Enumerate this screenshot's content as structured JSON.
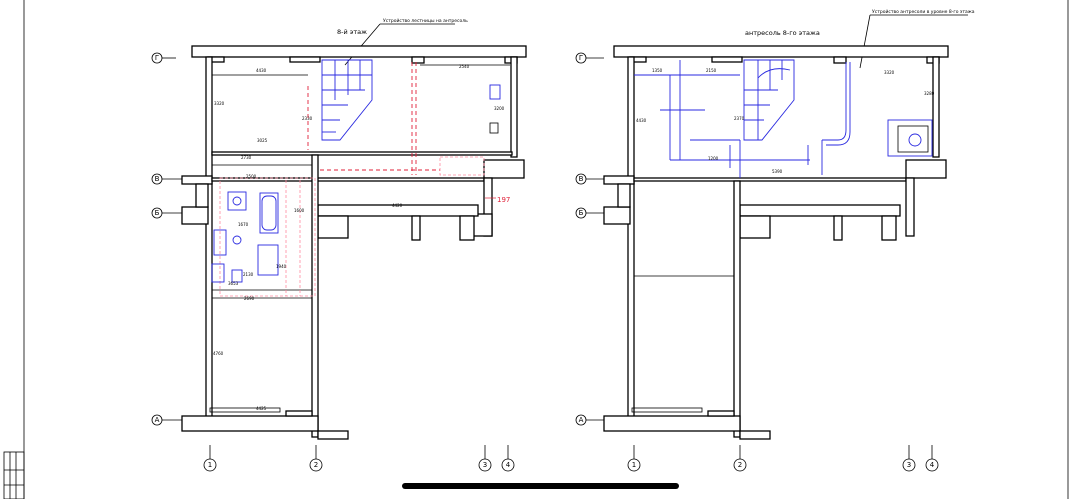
{
  "plan_left": {
    "title": "8-й этаж",
    "note": "Устройство лестницы на антресоль",
    "highlight": "197",
    "dims": [
      "4430",
      "2540",
      "3320",
      "2330",
      "3025",
      "2730",
      "2500",
      "1600",
      "4420",
      "1670",
      "1940",
      "2130",
      "3653",
      "2690",
      "4760",
      "4425",
      "3200"
    ]
  },
  "plan_right": {
    "title": "антресоль 8-го этажа",
    "note": "Устройство антресоли в уровне 8-го этажа",
    "dims": [
      "1350",
      "2150",
      "3320",
      "4430",
      "2370",
      "3280",
      "5390",
      "1200"
    ]
  },
  "axes_rows": [
    "Г",
    "В",
    "Б",
    "А"
  ],
  "axes_cols": [
    "1",
    "2",
    "3",
    "4"
  ],
  "colors": {
    "plan": "#2a2ae0",
    "demolition": "#e0223a"
  }
}
